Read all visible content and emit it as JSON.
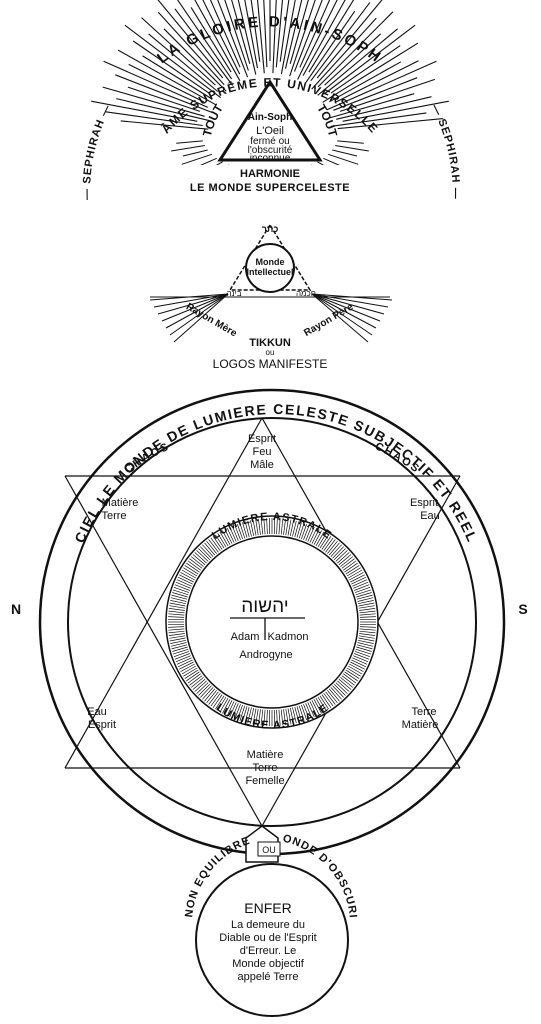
{
  "top": {
    "glory": "LA GLOIRE D'AIN-SOPH",
    "soul": "ÂME SUPRÊME ET UNIVERSELLE",
    "sephirah_left": "— SEPHIRAH —",
    "sephirah_right": "— SEPHIRAH —",
    "tout_left": "TOUT",
    "tout_right": "TOUT",
    "ain_soph": "Ain-Soph",
    "eye_line1": "L'Oeil",
    "eye_line2": "fermé ou",
    "eye_line3": "l'obscurité",
    "eye_line4": "inconnue",
    "harmonie": "HARMONIE",
    "supercelestial": "LE MONDE SUPERCELESTE"
  },
  "middle": {
    "keter": "כתר",
    "monde_line1": "Monde",
    "monde_line2": "Intellectuel",
    "binah": "בינה",
    "chokmah": "חכמה",
    "rayon_mere": "Rayon Mère",
    "rayon_pere": "Rayon Père",
    "tikkun": "TIKKUN",
    "ou": "ou",
    "logos": "LOGOS MANIFESTE"
  },
  "main": {
    "ring_text": "CIEL LE MONDE DE LUMIERE CELESTE SUBJECTIF ET REEL",
    "chaos_left": "CHAOS",
    "chaos_right": "CHAOS",
    "north": "N",
    "south": "S",
    "top_point": [
      "Esprit",
      "Feu",
      "Mâle"
    ],
    "upper_left": [
      "Matière",
      "Terre"
    ],
    "upper_right": [
      "Esprit",
      "Eau"
    ],
    "lower_left": [
      "Eau",
      "Esprit"
    ],
    "lower_right": [
      "Terre",
      "Matière"
    ],
    "bottom_point": [
      "Matière",
      "Terre",
      "Femelle"
    ],
    "astral_top": "LUMIERE ASTRALE",
    "astral_bottom": "LUMIERE ASTRALE",
    "yhshvh": "יהשוה",
    "adam": "Adam",
    "kadmon": "Kadmon",
    "androgyne": "Androgyne"
  },
  "bottom": {
    "ou_box": "OU",
    "non_equilibre": "NON EQUILIBRE",
    "monde_obscurite": "MONDE D'OBSCURITE",
    "enfer": "ENFER",
    "desc": [
      "La demeure du",
      "Diable ou de l'Esprit",
      "d'Erreur. Le",
      "Monde objectif",
      "appelé Terre"
    ]
  }
}
